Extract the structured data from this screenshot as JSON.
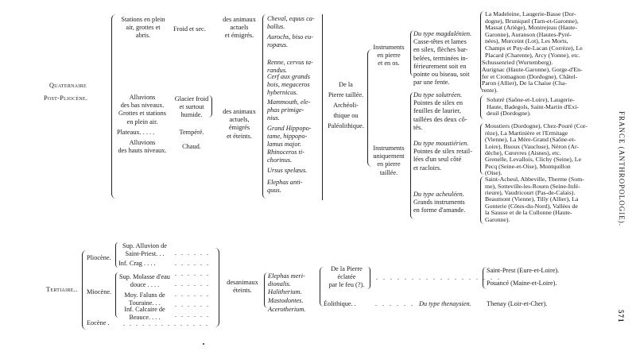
{
  "quaternaire": {
    "title": "Quaternaire",
    "subtitle": "Post-Pliocène.",
    "stations": [
      {
        "gisement": "Stations en plein\nair, grottes et\nabris.",
        "climat": "Froid et sec.",
        "faune": "des animaux\nactuels\net émigrés."
      },
      {
        "gisement": "Alluvions\ndes bas niveaux.\nGrottes et stations\nen plein air.",
        "climat": "Glacier froid\net surtout\nhumide."
      },
      {
        "gisement": "Plateaux. . . . .",
        "climat": "Tempéré."
      },
      {
        "gisement": "Alluvions\ndes hauts niveaux.",
        "climat": "Chaud."
      }
    ],
    "faune2": "des animaux\nactuels,\némigrés\net éteints.",
    "animaux": [
      "Cheval, equus ca-\nballus.",
      "Aurochs, biso eu-\nropæus.",
      "Renne, cervus ta-\nrandus.",
      "Cerf aux grands\nbois, megaceros\nhybernicus.",
      "Mammouth, ele-\nphas primige-\nnius.",
      "Grand Hippopo-\ntame, hippopo-\nlamus major.",
      "Rhinoceros ti-\nchorinus.",
      "Ursus spelæus.",
      "Elephas anti-\nquus."
    ],
    "industrie": "De la\nPierre taillée.\nArchéoli-\nthique ou\nPaléolithique.",
    "instruments": [
      "Instruments\nen pierre\net en os.",
      "Instruments\nuniquement\nen pierre\ntaillée."
    ],
    "types": [
      {
        "name": "Du type magdalénien.",
        "desc": "Casse-têtes et lames\nen silex, flèches bar-\nbelées, terminées in-\nférieurement soit en\npointe ou biseau, soit\npar une fente."
      },
      {
        "name": "Du type solutréen.",
        "desc": "Pointes de silex en\nfeuilles de laurier,\ntaillées des deux cô-\ntés."
      },
      {
        "name": "Du type moustiérien.",
        "desc": "Pointes de silex retail-\nlées d'un seul côté\net racloirs."
      },
      {
        "name": "Du type acheuléen.",
        "desc": "Grands instruments\nen forme d'amande."
      }
    ],
    "localites": [
      "La Madeleine, Laugerie-Basse (Dor-\ndogne), Bruniquel (Tarn-et-Garonne),\nMassat (Ariège), Montrejeau (Haute-\nGaronne), Auranson (Hautes-Pyré-\nnées), Murceint (Lot), Les Morts,\nChamps et Puy-de-Lacan (Corrèze), Le\nPlacard (Charente), Arcy (Yonne), etc.",
      "Schussenried (Wurtemberg).",
      "Aurignac (Haute-Garonne), Gorge-d'En-\nfer et Cromagnon (Dordogne), Châtel-\nParon (Allier), De la Chaise (Cha-\nrente).",
      "Solutré (Saône-et-Loire), Laugerie-\nHaute, Badegols, Saint-Martin d'Exi-\ndeuil (Dordogne).",
      "Moustiers (Dordogne), Chez-Pouré (Cor-\nrèze), La Martinière et l'Ermitage\n(Vienne), La Mère-Grand (Saône-et-\nLoire), Buoux (Vaucluse), Néron (Ar-\ndèche), Cœuvres (Aisnes), etc.",
      "Grenelle, Levallois, Clichy (Seine), Le\nPecq (Seine-et-Oise), Montquillon\n(Oise).",
      "Saint-Acheul, Abbeville, Therme (Som-\nme), Sotteville-les-Rouen (Seine-Infé-\nrieure), Vaudricourt (Pas-de-Calais).",
      "Beaumont (Vienne), Tilly (Allier), La\nGonterie (Côtes-du-Nord), Vallées de\nla Sausse et de la Cullonne (Haute-\nGaronne)."
    ]
  },
  "tertiaire": {
    "title": "Tertiaire..",
    "etages": [
      "Pliocène.",
      "Miocène.",
      "Eocène ."
    ],
    "couches": [
      "Sup. Alluvion de\nSaint-Priest. . .",
      "Inf. Crag . . . .",
      "Sup. Molasse d'eau\ndouce . . . .",
      "Moy. Faluns de\nTouraine. . .",
      "Inf. Calcaire de\nBeauce. . . ."
    ],
    "faune": "desanimaux\néteints.",
    "animaux": [
      "Elephas meri-\ndionalis.",
      "Halitherium.",
      "Mastodontes.",
      "Acerotherium."
    ],
    "industrie": "De la Pierre\néclatée\npar le feu (?).",
    "eolithique": "Éolithique. .",
    "type": "Du type thenaysien.",
    "localites": [
      "Saint-Prest (Eure-et-Loire).",
      "Pouancé (Maine-et-Loire).",
      "Thenay (Loir-et-Cher)."
    ]
  },
  "running_head": "FRANCE (ANTHROPOLOGIE).",
  "page_number": "571"
}
